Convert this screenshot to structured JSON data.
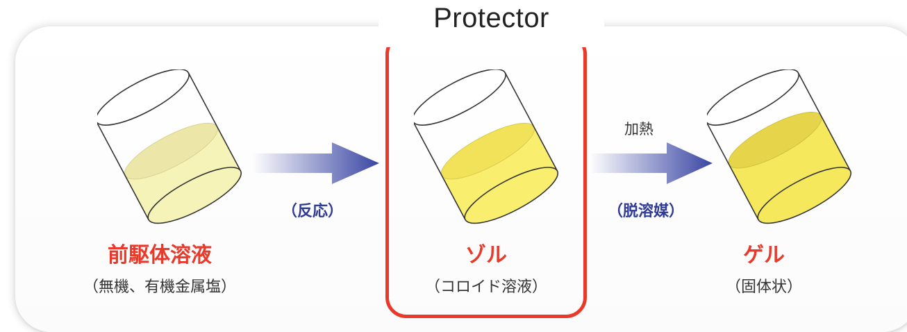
{
  "diagram": {
    "protector_title": "Protector",
    "stages": [
      {
        "name": "前駆体溶液",
        "sub": "（無機、有機金属塩）"
      },
      {
        "name": "ゾル",
        "sub": "（コロイド溶液）"
      },
      {
        "name": "ゲル",
        "sub": "（固体状）"
      }
    ],
    "processes": [
      {
        "label": "（反応）"
      },
      {
        "label": "（脱溶媒）",
        "condition": "加熱"
      }
    ]
  },
  "colors": {
    "accent_red": "#e8392a",
    "process_blue": "#2e3a96",
    "precursor_liquid": "#f6f2b4",
    "sol_liquid": "#f9ee6e",
    "gel_liquid": "#f3e155"
  },
  "icons": [
    "beaker-precursor-icon",
    "beaker-sol-icon",
    "beaker-gel-icon",
    "arrow-right-icon"
  ]
}
